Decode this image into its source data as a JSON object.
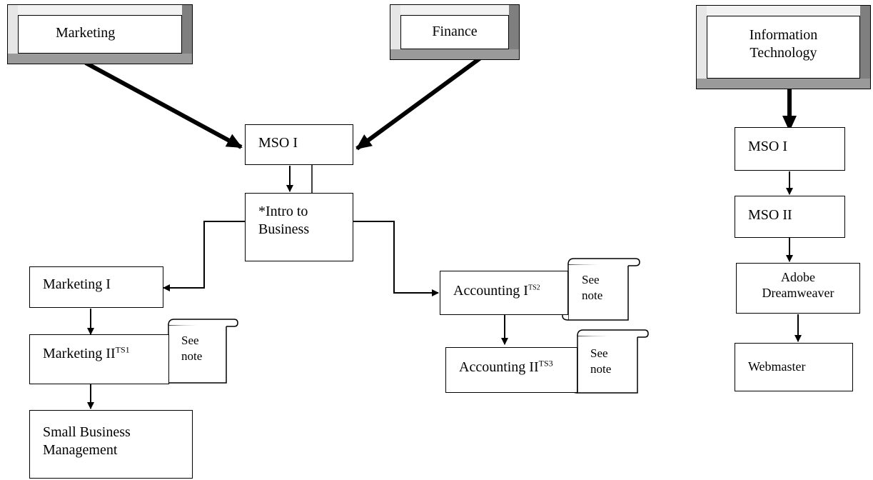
{
  "departments": {
    "marketing": "Marketing",
    "finance": "Finance",
    "it_line1": "Information",
    "it_line2": "Technology"
  },
  "courses": {
    "mso1_left": "MSO I",
    "intro_line1": "*Intro to",
    "intro_line2": "Business",
    "marketing1": "Marketing I",
    "marketing2": "Marketing II",
    "marketing2_sup": "TS1",
    "small_biz_line1": "Small Business",
    "small_biz_line2": "Management",
    "accounting1": "Accounting I",
    "accounting1_sup": "TS2",
    "accounting2": "Accounting II",
    "accounting2_sup": "TS3",
    "mso1_right": "MSO I",
    "mso2": "MSO II",
    "adobe_line1": "Adobe",
    "adobe_line2": "Dreamweaver",
    "webmaster": "Webmaster"
  },
  "notes": {
    "note_line1": "See",
    "note_line2": "note"
  }
}
